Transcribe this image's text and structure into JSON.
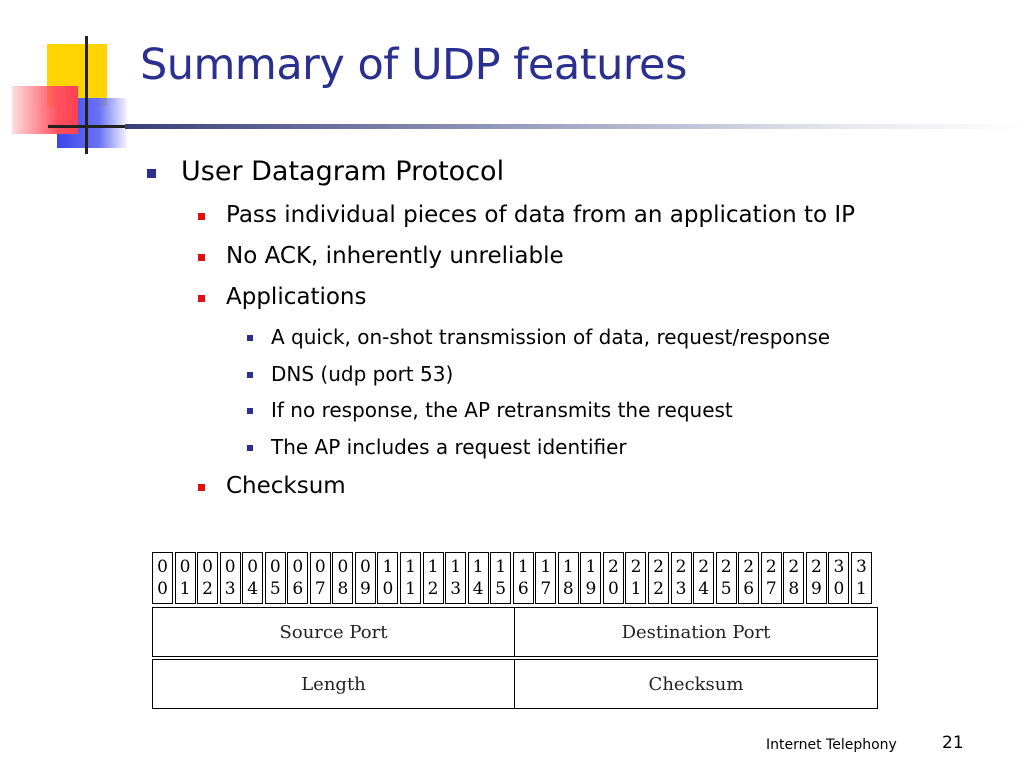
{
  "title": "Summary of UDP features",
  "bullets": {
    "l1": "User Datagram Protocol",
    "pass_data": "Pass individual pieces of data from an application to IP",
    "no_ack": "No ACK, inherently unreliable",
    "applications": "Applications",
    "app_items": [
      "A quick, on-shot transmission of data, request/response",
      "DNS (udp port 53)",
      "If no response, the AP retransmits the request",
      "The AP includes a request identifier"
    ],
    "checksum": "Checksum"
  },
  "header_diagram": {
    "bit_labels": [
      [
        "0",
        "0"
      ],
      [
        "0",
        "1"
      ],
      [
        "0",
        "2"
      ],
      [
        "0",
        "3"
      ],
      [
        "0",
        "4"
      ],
      [
        "0",
        "5"
      ],
      [
        "0",
        "6"
      ],
      [
        "0",
        "7"
      ],
      [
        "0",
        "8"
      ],
      [
        "0",
        "9"
      ],
      [
        "1",
        "0"
      ],
      [
        "1",
        "1"
      ],
      [
        "1",
        "2"
      ],
      [
        "1",
        "3"
      ],
      [
        "1",
        "4"
      ],
      [
        "1",
        "5"
      ],
      [
        "1",
        "6"
      ],
      [
        "1",
        "7"
      ],
      [
        "1",
        "8"
      ],
      [
        "1",
        "9"
      ],
      [
        "2",
        "0"
      ],
      [
        "2",
        "1"
      ],
      [
        "2",
        "2"
      ],
      [
        "2",
        "3"
      ],
      [
        "2",
        "4"
      ],
      [
        "2",
        "5"
      ],
      [
        "2",
        "6"
      ],
      [
        "2",
        "7"
      ],
      [
        "2",
        "8"
      ],
      [
        "2",
        "9"
      ],
      [
        "3",
        "0"
      ],
      [
        "3",
        "1"
      ]
    ],
    "row1": {
      "left": "Source Port",
      "right": "Destination Port"
    },
    "row2": {
      "left": "Length",
      "right": "Checksum"
    }
  },
  "footer": {
    "text": "Internet Telephony",
    "page": "21"
  }
}
